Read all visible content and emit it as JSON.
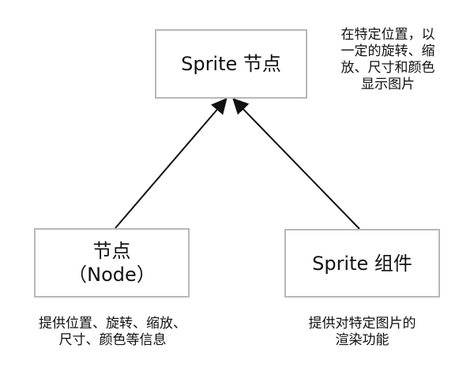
{
  "diagram": {
    "nodes": [
      {
        "id": "sprite-node",
        "label": "Sprite 节点",
        "description_lines": [
          "在特定位置，以",
          "一定的旋转、缩",
          "放、尺寸和颜色",
          "显示图片"
        ]
      },
      {
        "id": "node",
        "label_lines": [
          "节点",
          "（Node）"
        ],
        "description_lines": [
          "提供位置、旋转、缩放、",
          "尺寸、颜色等信息"
        ]
      },
      {
        "id": "sprite-component",
        "label": "Sprite 组件",
        "description_lines": [
          "提供对特定图片的",
          "渲染功能"
        ]
      }
    ],
    "edges": [
      {
        "from": "node",
        "to": "sprite-node"
      },
      {
        "from": "sprite-component",
        "to": "sprite-node"
      }
    ]
  }
}
